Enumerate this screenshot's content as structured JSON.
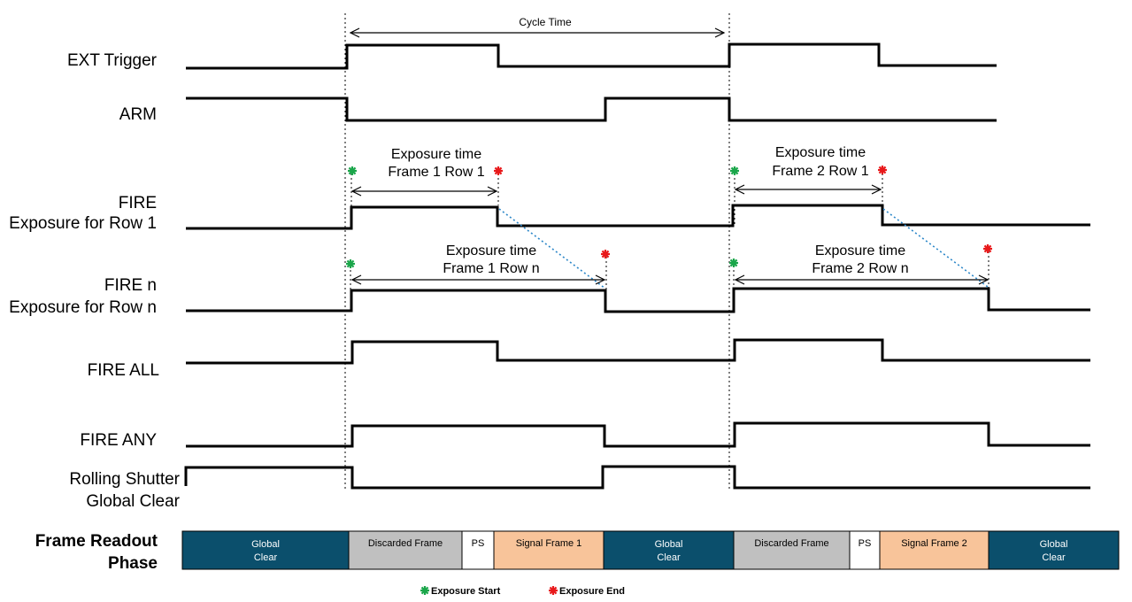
{
  "signals": {
    "ext_trigger": "EXT  Trigger",
    "arm": "ARM",
    "fire_row1": {
      "line1": "FIRE",
      "line2": "Exposure for Row 1"
    },
    "fire_rown": {
      "line1": "FIRE n",
      "line2": "Exposure for Row n"
    },
    "fire_all": "FIRE ALL",
    "fire_any": "FIRE ANY",
    "rolling_shutter": {
      "line1": "Rolling Shutter",
      "line2": "Global Clear"
    }
  },
  "phase": {
    "line1": "Frame Readout",
    "line2": "Phase"
  },
  "annotations": {
    "cycle_time": "Cycle Time",
    "exp_f1r1": {
      "line1": "Exposure time",
      "line2": "Frame 1 Row 1"
    },
    "exp_f1rn": {
      "line1": "Exposure time",
      "line2": "Frame 1 Row n"
    },
    "exp_f2r1": {
      "line1": "Exposure time",
      "line2": "Frame 2 Row 1"
    },
    "exp_f2rn": {
      "line1": "Exposure time",
      "line2": "Frame 2 Row n"
    }
  },
  "segments": [
    {
      "line1": "Global",
      "line2": "Clear",
      "fill": "#0b4f6c",
      "text_color": "#ffffff"
    },
    {
      "line1": "Discarded Frame",
      "line2": "",
      "fill": "#c0c0c0",
      "text_color": "#000000"
    },
    {
      "line1": "PS",
      "line2": "",
      "fill": "#ffffff",
      "text_color": "#000000"
    },
    {
      "line1": "Signal Frame 1",
      "line2": "",
      "fill": "#f8c49a",
      "text_color": "#000000"
    },
    {
      "line1": "Global",
      "line2": "Clear",
      "fill": "#0b4f6c",
      "text_color": "#ffffff"
    },
    {
      "line1": "Discarded Frame",
      "line2": "",
      "fill": "#c0c0c0",
      "text_color": "#000000"
    },
    {
      "line1": "PS",
      "line2": "",
      "fill": "#ffffff",
      "text_color": "#000000"
    },
    {
      "line1": "Signal Frame 2",
      "line2": "",
      "fill": "#f8c49a",
      "text_color": "#000000"
    },
    {
      "line1": "Global",
      "line2": "Clear",
      "fill": "#0b4f6c",
      "text_color": "#ffffff"
    }
  ],
  "legend": {
    "start": {
      "label": "Exposure Start",
      "color": "#1aa64a",
      "icon": "star-icon"
    },
    "end": {
      "label": "Exposure End",
      "color": "#e8191b",
      "icon": "star-icon"
    }
  },
  "colors": {
    "line": "#000000",
    "guide": "#000000",
    "slope": "#2a86c8"
  }
}
